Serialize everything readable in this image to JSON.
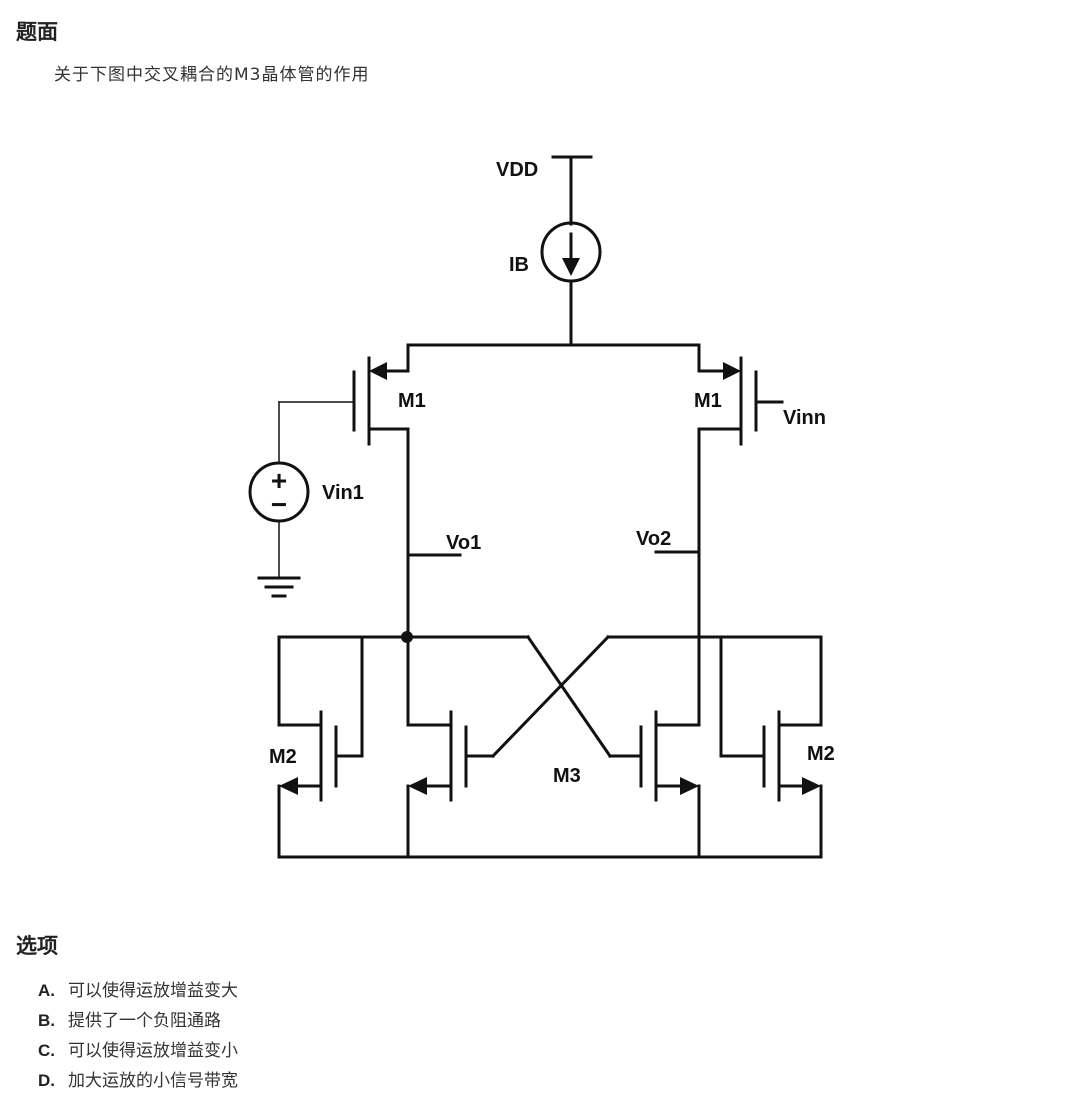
{
  "question": {
    "heading": "题面",
    "text": "关于下图中交叉耦合的M3晶体管的作用"
  },
  "circuit": {
    "labels": {
      "vdd": "VDD",
      "ib": "IB",
      "m1_left": "M1",
      "m1_right": "M1",
      "vinn": "Vinn",
      "vin1": "Vin1",
      "vo1": "Vo1",
      "vo2": "Vo2",
      "m2_left": "M2",
      "m2_right": "M2",
      "m3": "M3"
    },
    "source_signs": {
      "plus": "+",
      "minus": "−"
    }
  },
  "options": {
    "heading": "选项",
    "items": [
      {
        "letter": "A.",
        "text": "可以使得运放增益变大"
      },
      {
        "letter": "B.",
        "text": "提供了一个负阻通路"
      },
      {
        "letter": "C.",
        "text": "可以使得运放增益变小"
      },
      {
        "letter": "D.",
        "text": "加大运放的小信号带宽"
      }
    ]
  }
}
